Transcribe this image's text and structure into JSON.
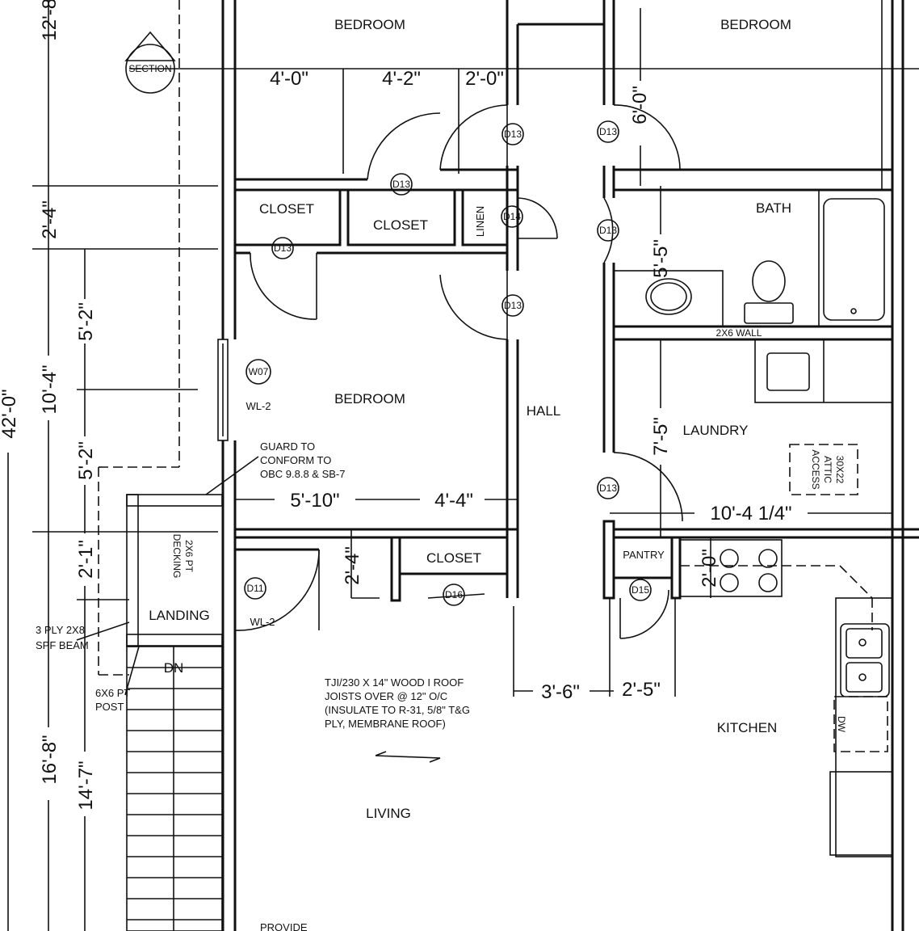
{
  "rooms": {
    "bedroom_top_left": "BEDROOM",
    "bedroom_top_right": "BEDROOM",
    "closet_1": "CLOSET",
    "closet_2": "CLOSET",
    "linen": "LINEN",
    "bath": "BATH",
    "bedroom_main": "BEDROOM",
    "hall": "HALL",
    "laundry": "LAUNDRY",
    "closet_3": "CLOSET",
    "pantry": "PANTRY",
    "landing": "LANDING",
    "kitchen": "KITCHEN",
    "living": "LIVING"
  },
  "notes": {
    "section": "SECTION",
    "wall_2x6": "2X6 WALL",
    "wl2_a": "WL-2",
    "wl2_b": "WL-2",
    "guard": [
      "GUARD TO",
      "CONFORM TO",
      "OBC 9.8.8 & SB-7"
    ],
    "decking": [
      "2X6 PT",
      "DECKING"
    ],
    "beam": [
      "3 PLY 2X8",
      "SPF BEAM"
    ],
    "dn": "DN",
    "post": [
      "6X6 PT",
      "POST"
    ],
    "joists": [
      "TJI/230 X 14\" WOOD I ROOF",
      "JOISTS OVER @ 12\" O/C",
      "(INSULATE TO R-31, 5/8\" T&G",
      "PLY, MEMBRANE ROOF)"
    ],
    "attic": [
      "30X22",
      "ATTIC",
      "ACCESS"
    ],
    "dw": "DW",
    "provide": "PROVIDE"
  },
  "tags": {
    "d13_a": "D13",
    "d13_b": "D13",
    "d13_c": "D13",
    "d13_d": "D13",
    "d13_e": "D13",
    "d13_f": "D13",
    "d13_g": "D13",
    "d14": "D14",
    "d15": "D15",
    "d16": "D16",
    "d11": "D11",
    "w07": "W07"
  },
  "dimensions": {
    "top_4_0": "4'-0\"",
    "top_4_2": "4'-2\"",
    "top_2_0": "2'-0\"",
    "v_6_0": "6'-0\"",
    "v_5_5": "5'-5\"",
    "v_7_5": "7'-5\"",
    "h_10_4_1_4": "10'-4 1/4\"",
    "h_5_10": "5'-10\"",
    "h_4_4": "4'-4\"",
    "v_2_4_closet": "2'-4\"",
    "v_2_0": "2'-0\"",
    "h_3_6": "3'-6\"",
    "h_2_5": "2'-5\"",
    "left_12_8": "12'-8\"",
    "left_2_4": "2'-4\"",
    "left_5_2_a": "5'-2\"",
    "left_10_4": "10'-4\"",
    "left_5_2_b": "5'-2\"",
    "left_2_1": "2'-1\"",
    "left_16_8": "16'-8\"",
    "left_14_7": "14'-7\"",
    "left_42_0": "42'-0\""
  }
}
